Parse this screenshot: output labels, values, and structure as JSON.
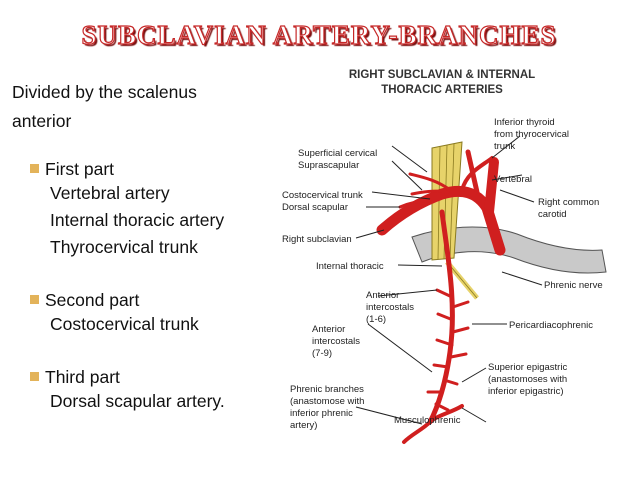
{
  "title": "SUBCLAVIAN ARTERY-BRANCHES",
  "intro": "Divided by the scalenus anterior",
  "parts": [
    {
      "label": "First part",
      "items": [
        "Vertebral artery",
        "Internal thoracic artery",
        "Thyrocervical trunk"
      ]
    },
    {
      "label": "Second part",
      "items": [
        "Costocervical trunk"
      ]
    },
    {
      "label": "Third part",
      "items": [
        "Dorsal scapular artery."
      ]
    }
  ],
  "figure": {
    "title_line1": "RIGHT SUBCLAVIAN & INTERNAL",
    "title_line2": "THORACIC ARTERIES",
    "labels": {
      "inferior_thyroid_1": "Inferior thyroid",
      "inferior_thyroid_2": "from thyrocervical",
      "inferior_thyroid_3": "trunk",
      "superficial_cervical": "Superficial cervical",
      "suprascapular": "Suprascapular",
      "vertebral": "Vertebral",
      "costocervical": "Costocervical trunk",
      "dorsal_scapular": "Dorsal scapular",
      "right_common_1": "Right common",
      "right_common_2": "carotid",
      "right_subclavian": "Right subclavian",
      "internal_thoracic": "Internal thoracic",
      "phrenic_nerve": "Phrenic nerve",
      "anterior_16_1": "Anterior",
      "anterior_16_2": "intercostals",
      "anterior_16_3": "(1-6)",
      "pericardiacophrenic": "Pericardiacophrenic",
      "anterior_79_1": "Anterior",
      "anterior_79_2": "intercostals",
      "anterior_79_3": "(7-9)",
      "superior_epigastric_1": "Superior epigastric",
      "superior_epigastric_2": "(anastomoses with",
      "superior_epigastric_3": "inferior epigastric)",
      "phrenic_branches_1": "Phrenic branches",
      "phrenic_branches_2": "(anastomose with",
      "phrenic_branches_3": "inferior phrenic",
      "phrenic_branches_4": "artery)",
      "musculophrenic": "Musculophrenic"
    }
  },
  "colors": {
    "title_outline": "#c62828",
    "bullet": "#e3b35a",
    "artery": "#d01f1f",
    "muscle": "#e7d36a",
    "bone": "#c9c9c9"
  }
}
